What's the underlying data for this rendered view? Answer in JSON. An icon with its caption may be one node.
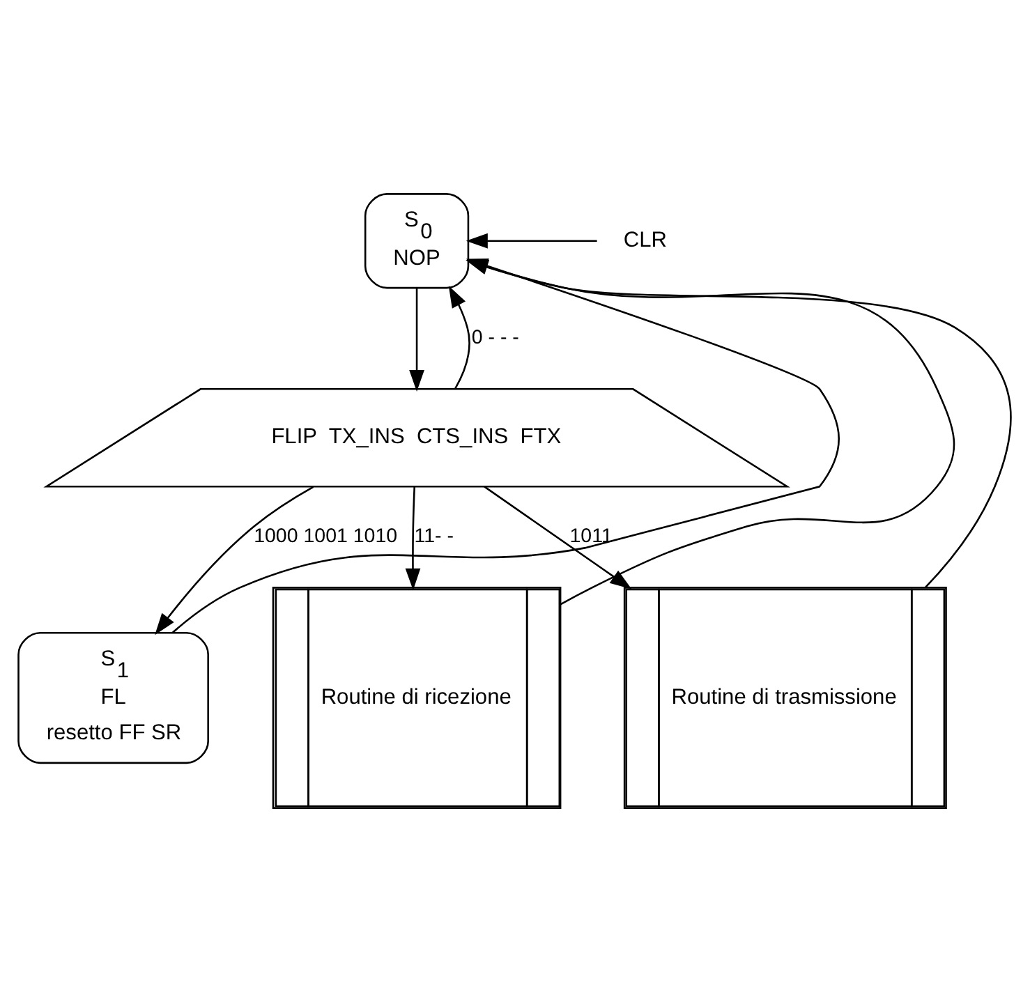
{
  "diagram": {
    "nodes": [
      {
        "text": [
          "S$_{0}$",
          "NOP"
        ]
      },
      {
        "text": [
          "FLIP  TX_INS  CTS_INS  FTX"
        ]
      },
      {
        "text": [
          "S$_{1}$",
          "FL",
          "resetto FF SR"
        ]
      },
      {
        "text": [
          "Routine di ricezione"
        ]
      },
      {
        "text": [
          "Routine di trasmissione"
        ]
      },
      {
        "text": [
          "CLR"
        ]
      }
    ],
    "edges": [
      {
        "from": 5,
        "to": 0,
        "arrow": "to"
      },
      {
        "from": 0,
        "to": 1,
        "arrow": "to"
      },
      {
        "from": 1,
        "to": 0,
        "arrow": "to",
        "label": "0 - - -"
      },
      {
        "from": 1,
        "to": 2,
        "arrow": "to",
        "label": "1000 1001 1010"
      },
      {
        "from": 1,
        "to": 3,
        "arrow": "to",
        "label": "11- -"
      },
      {
        "from": 1,
        "to": 4,
        "arrow": "to",
        "label": "1011"
      },
      {
        "from": 2,
        "to": 0,
        "arrow": "to"
      },
      {
        "from": 3,
        "to": 0,
        "arrow": "to"
      },
      {
        "from": 4,
        "to": 0,
        "arrow": "to"
      }
    ]
  }
}
